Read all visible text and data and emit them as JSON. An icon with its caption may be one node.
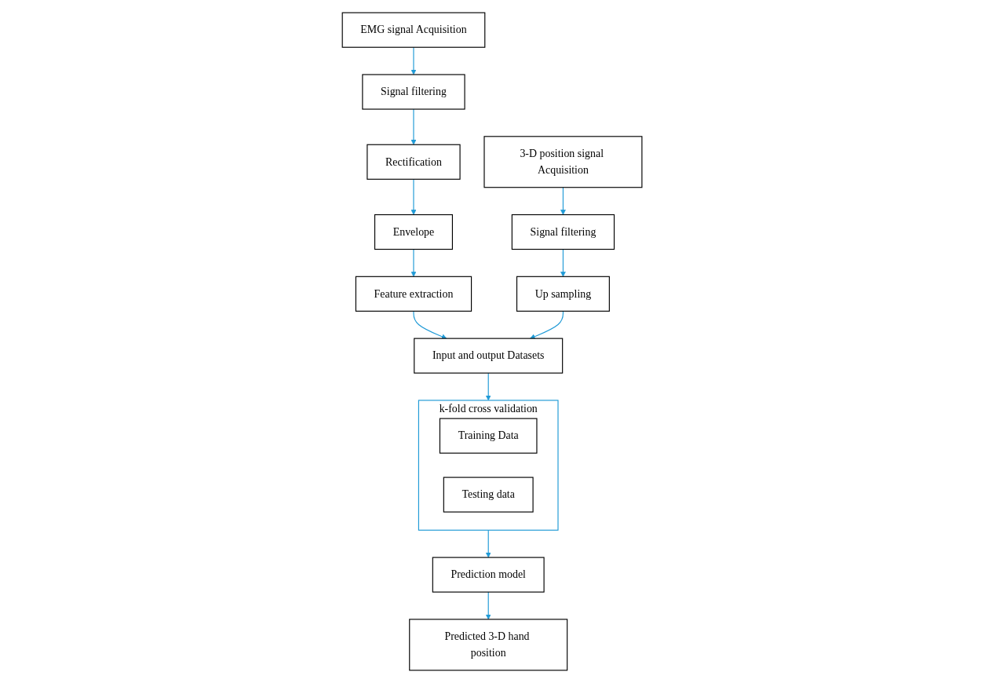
{
  "diagram": {
    "nodes": [
      {
        "text": [
          "EMG signal Acquisition"
        ]
      },
      {
        "text": [
          "Signal filtering"
        ]
      },
      {
        "text": [
          "Rectification"
        ]
      },
      {
        "text": [
          "Envelope"
        ]
      },
      {
        "text": [
          "Feature extraction"
        ]
      },
      {
        "text": [
          "3-D position signal Acquisition"
        ]
      },
      {
        "text": [
          "Signal filtering"
        ]
      },
      {
        "text": [
          "Up sampling"
        ]
      },
      {
        "text": [
          "Input and output Datasets"
        ]
      },
      {
        "text": [
          "k-fold cross validation"
        ]
      },
      {
        "text": [
          "Training Data"
        ],
        "in": 9
      },
      {
        "text": [
          "Testing data"
        ],
        "in": 9
      },
      {
        "text": [
          "Prediction model"
        ]
      },
      {
        "text": [
          "Predicted 3-D hand position"
        ]
      }
    ],
    "edges": [
      {
        "from": 0,
        "to": 1,
        "arrow": "to"
      },
      {
        "from": 1,
        "to": 2,
        "arrow": "to"
      },
      {
        "from": 2,
        "to": 3,
        "arrow": "to"
      },
      {
        "from": 3,
        "to": 4,
        "arrow": "to"
      },
      {
        "from": 4,
        "to": 8,
        "arrow": "to"
      },
      {
        "from": 5,
        "to": 6,
        "arrow": "to"
      },
      {
        "from": 6,
        "to": 7,
        "arrow": "to"
      },
      {
        "from": 7,
        "to": 8,
        "arrow": "to"
      },
      {
        "from": 8,
        "to": 9,
        "arrow": "to"
      },
      {
        "from": 9,
        "to": 12,
        "arrow": "to"
      },
      {
        "from": 12,
        "to": 13,
        "arrow": "to"
      }
    ]
  }
}
